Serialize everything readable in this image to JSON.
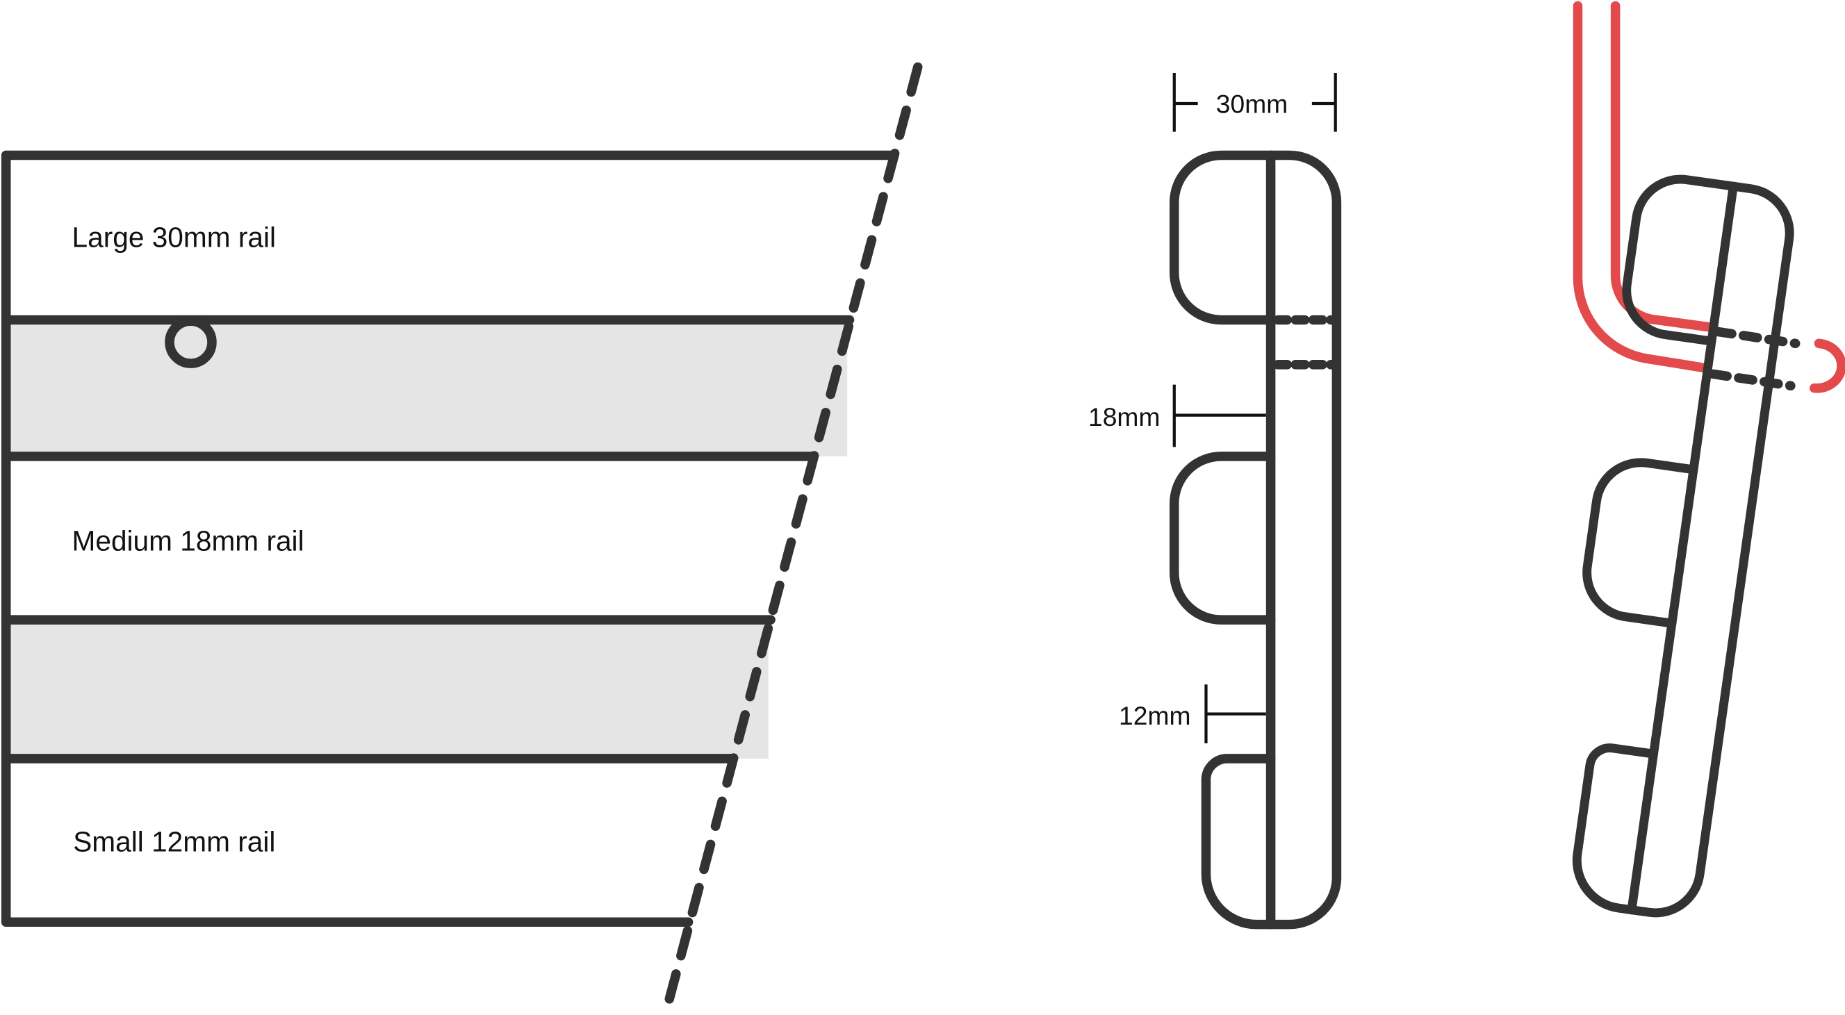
{
  "rails": [
    {
      "label": "Large 30mm rail"
    },
    {
      "label": "Medium 18mm rail"
    },
    {
      "label": "Small 12mm rail"
    }
  ],
  "dimensions": {
    "width": "30mm",
    "medium_gap": "18mm",
    "small_gap": "12mm"
  },
  "colors": {
    "line": "#333333",
    "band": "#e5e5e5",
    "wire": "#e24a4c"
  }
}
